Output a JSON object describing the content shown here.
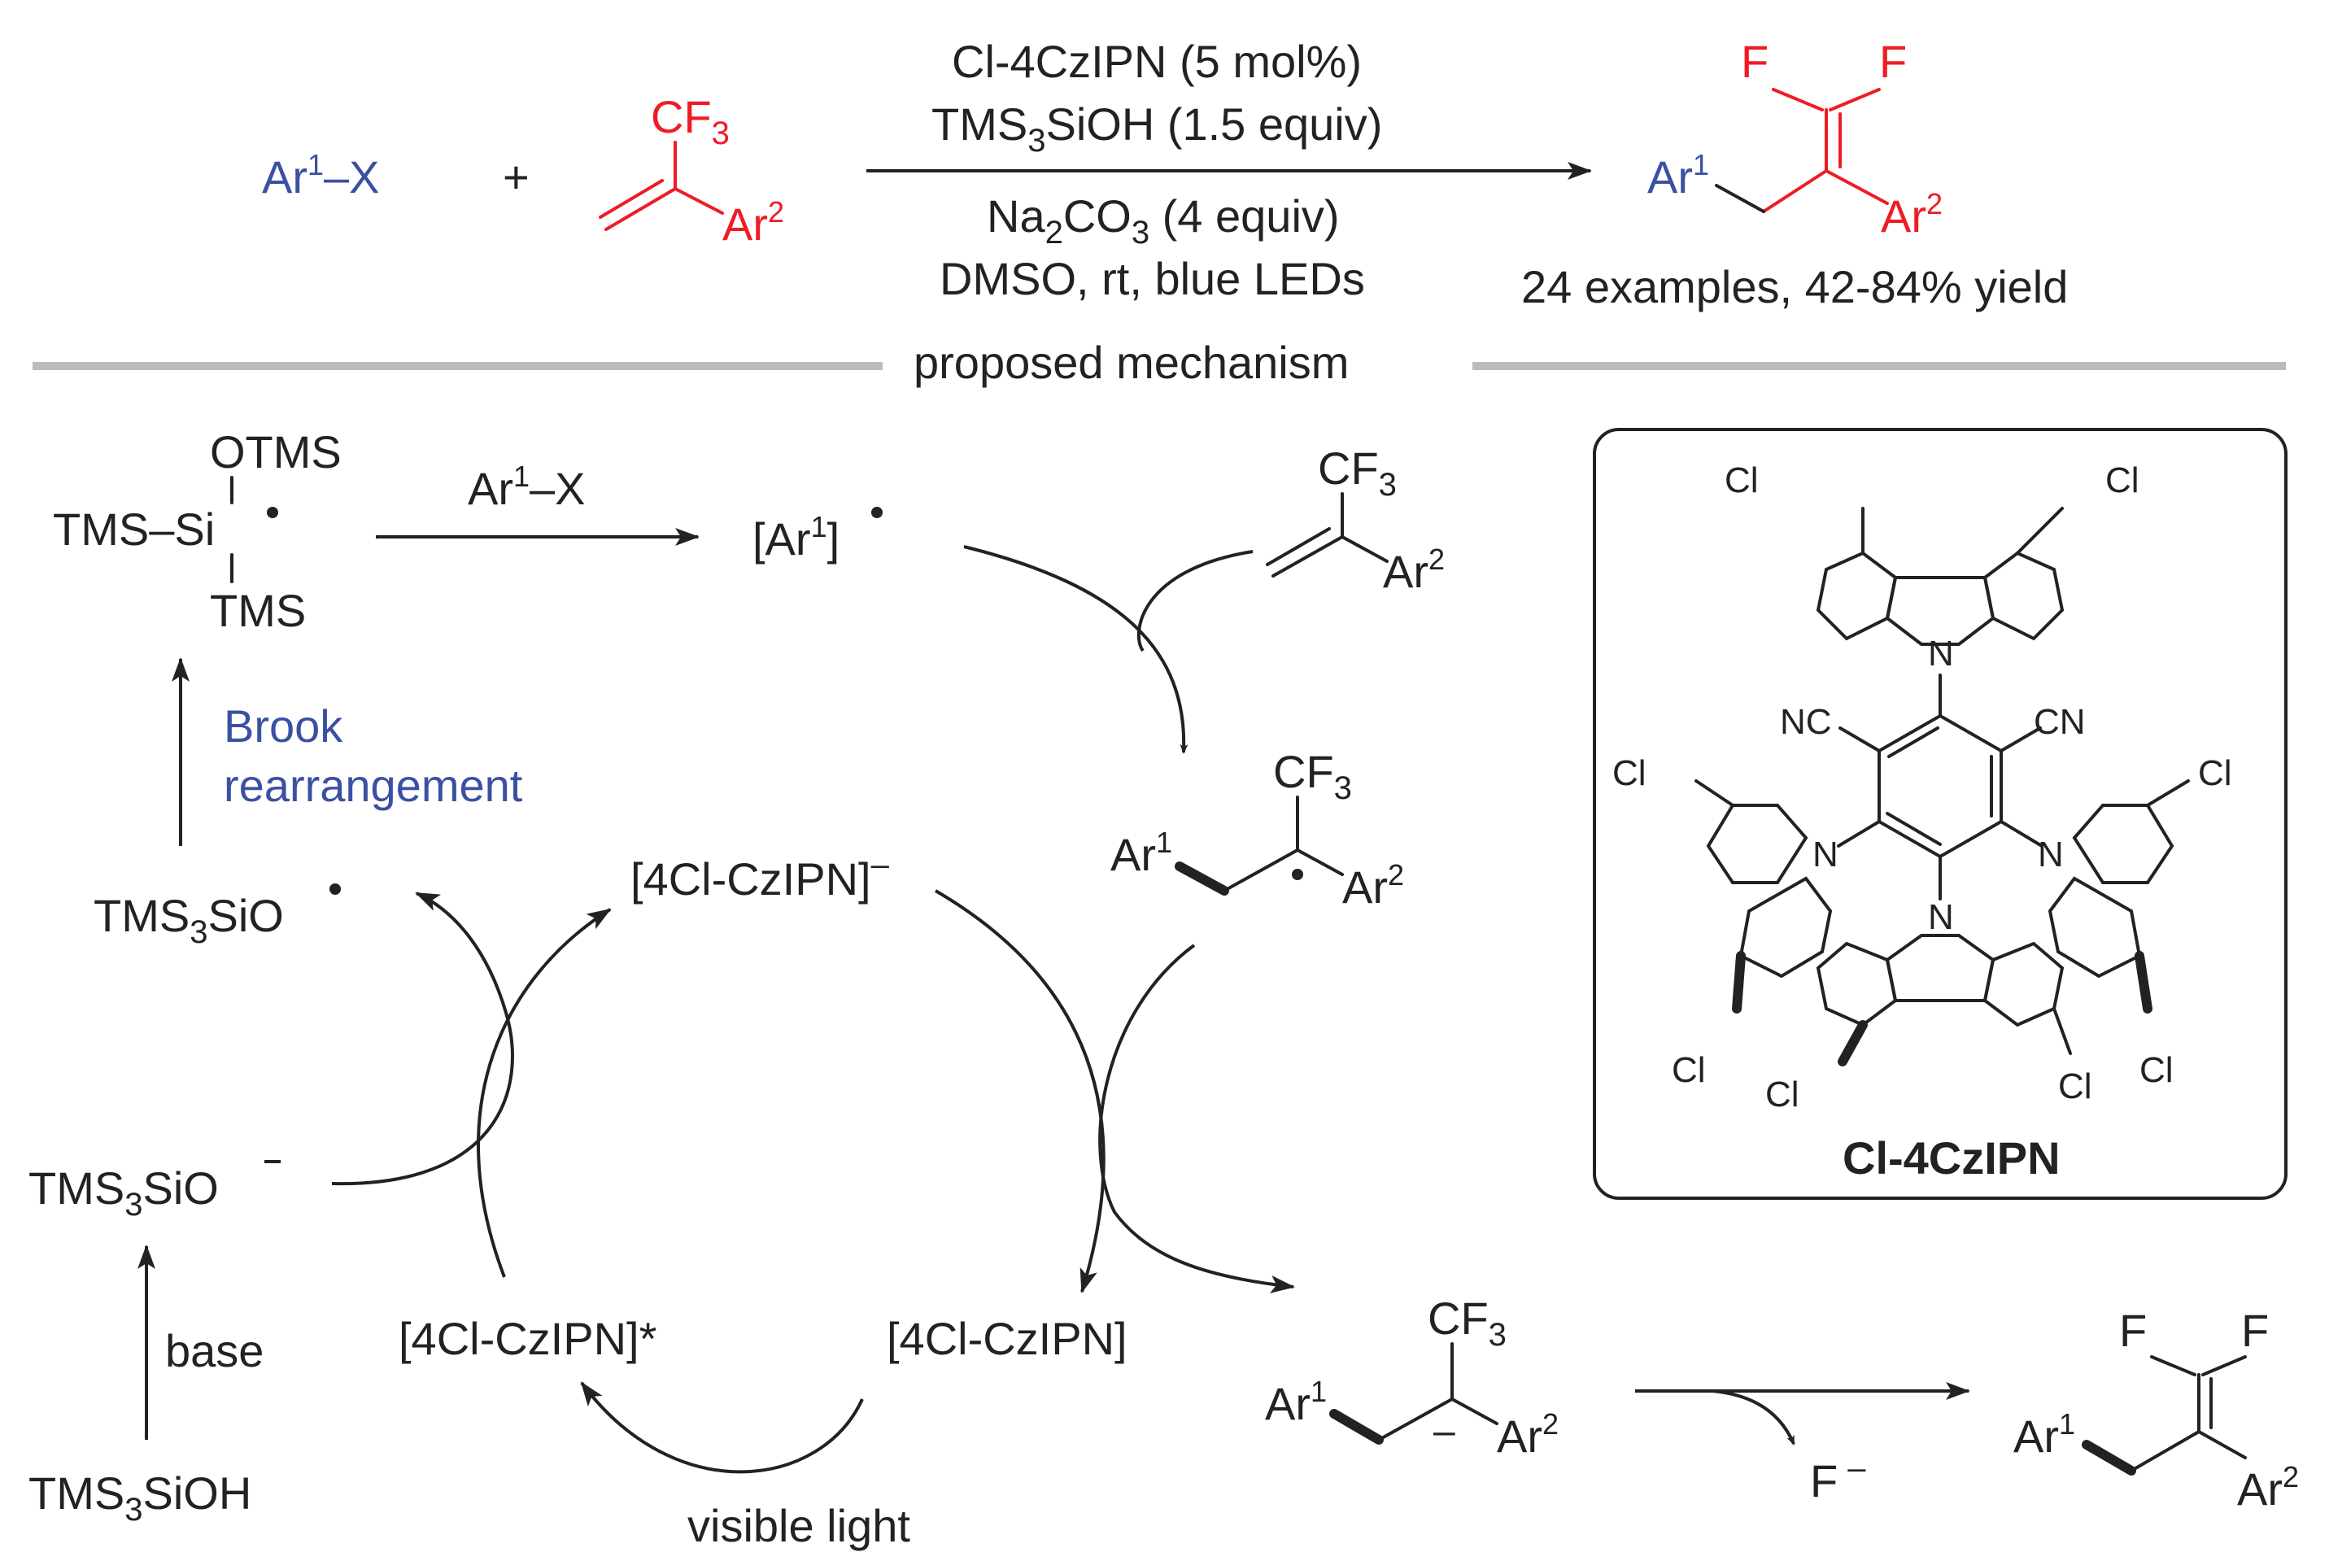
{
  "top": {
    "ar1x": [
      "Ar",
      "1",
      "–X"
    ],
    "plus": "+",
    "cf3": [
      "CF",
      "3"
    ],
    "ar2": [
      "Ar",
      "2"
    ],
    "cond1": "Cl-4CzIPN (5 mol%)",
    "cond2": [
      "TMS",
      "3",
      "SiOH (1.5 equiv)"
    ],
    "cond3": [
      "Na",
      "2",
      "CO",
      "3",
      " (4 equiv)"
    ],
    "cond4": "DMSO, rt, blue LEDs",
    "prod_f": "F",
    "prod_ar1": [
      "Ar",
      "1"
    ],
    "prod_ar2": [
      "Ar",
      "2"
    ],
    "summary": "24 examples, 42-84% yield",
    "divider_label": "proposed mechanism"
  },
  "mech": {
    "otms": "OTMS",
    "tms_si": "TMS–Si",
    "tms_below": "TMS",
    "ar1x": [
      "Ar",
      "1",
      "–X"
    ],
    "ar1_radical": [
      "[Ar",
      "1",
      "]"
    ],
    "brook": [
      "Brook",
      "rearrangement"
    ],
    "silanoxyl": [
      "TMS",
      "3",
      "SiO"
    ],
    "silanolate": [
      "TMS",
      "3",
      "SiO"
    ],
    "silanol": [
      "TMS",
      "3",
      "SiOH"
    ],
    "base": "base",
    "cat_anion": [
      "[4Cl-CzIPN]",
      "–"
    ],
    "cat_excited": "[4Cl-CzIPN]*",
    "cat_ground": "[4Cl-CzIPN]",
    "visible_light": "visible light",
    "cf3": [
      "CF",
      "3"
    ],
    "ar1": [
      "Ar",
      "1"
    ],
    "ar2": [
      "Ar",
      "2"
    ],
    "anion_minus": "–",
    "fluoride": [
      "F",
      "–"
    ],
    "f": "F"
  },
  "catalyst": {
    "cl": "Cl",
    "cn": [
      "NC",
      "CN"
    ],
    "n": "N",
    "name": "Cl-4CzIPN"
  },
  "colors": {
    "blue": "#3a50a2",
    "red": "#ee1c25",
    "ink": "#222222",
    "divider": "#bbbbbb"
  }
}
